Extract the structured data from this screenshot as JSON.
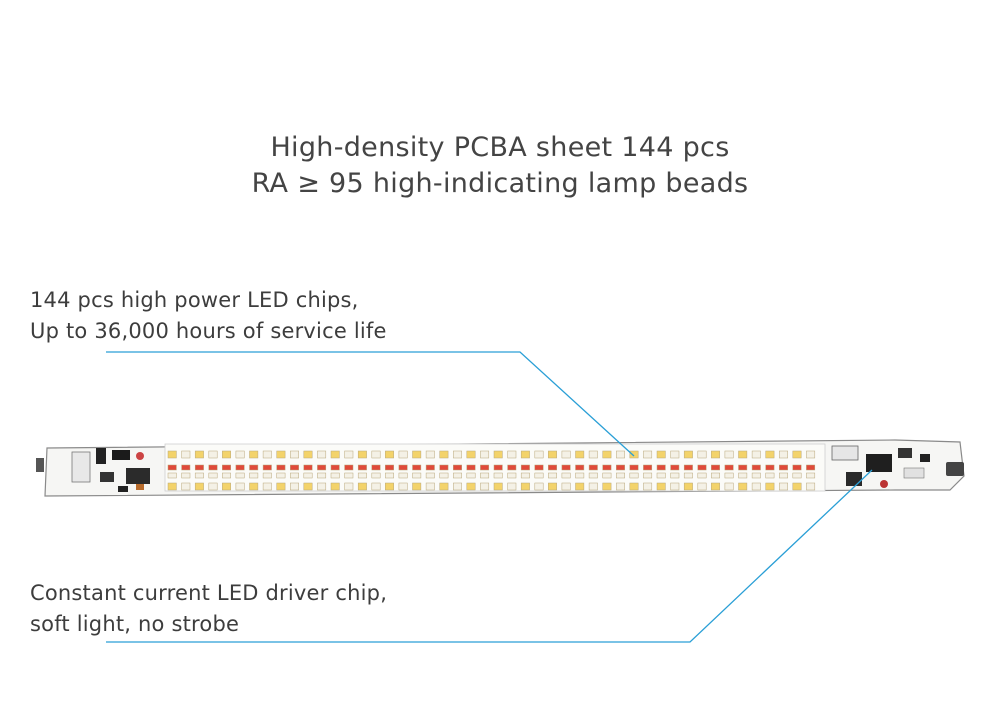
{
  "headline": {
    "line1": "High-density PCBA sheet 144 pcs",
    "line2": "RA ≥ 95 high-indicating lamp beads"
  },
  "callout_leds": {
    "line1": "144 pcs high power LED chips,",
    "line2": "Up to 36,000 hours of service life"
  },
  "callout_driver": {
    "line1": "Constant current LED driver chip,",
    "line2": "soft light, no strobe"
  },
  "colors": {
    "leader_line": "#2a9fd6",
    "led_warm": "#f3d36b",
    "led_cool": "#f4f1e6",
    "led_red": "#e04a3a",
    "board": "#f7f7f7"
  }
}
